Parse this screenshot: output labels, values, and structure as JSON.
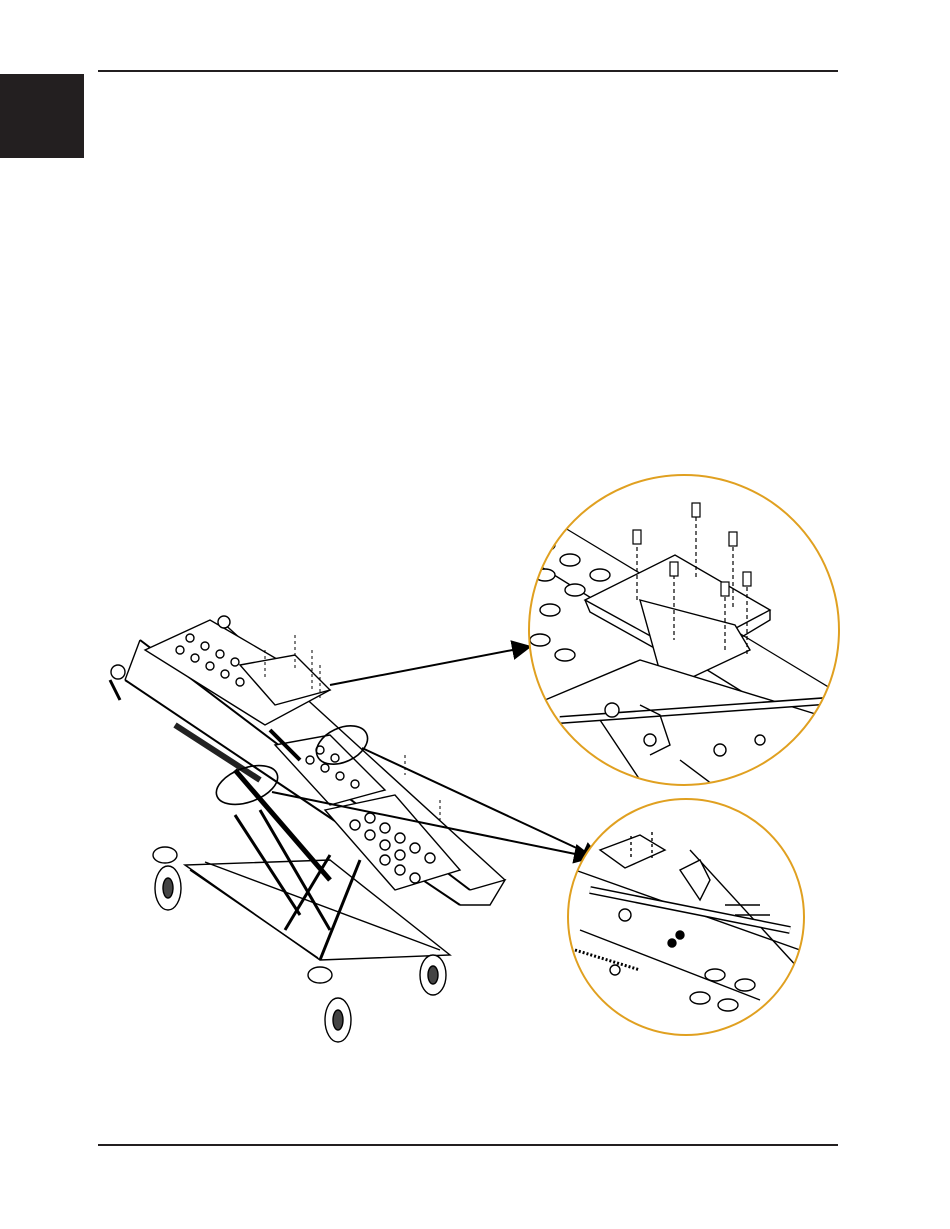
{
  "page": {
    "side_tab_color": "#231f20",
    "rule_color": "#231f20",
    "callout_circle_color": "#e0a020"
  },
  "figure": {
    "main_illustration": "stretcher-cot-exploded-view",
    "detail_views": [
      "detail-circle-upper",
      "detail-circle-lower"
    ]
  }
}
